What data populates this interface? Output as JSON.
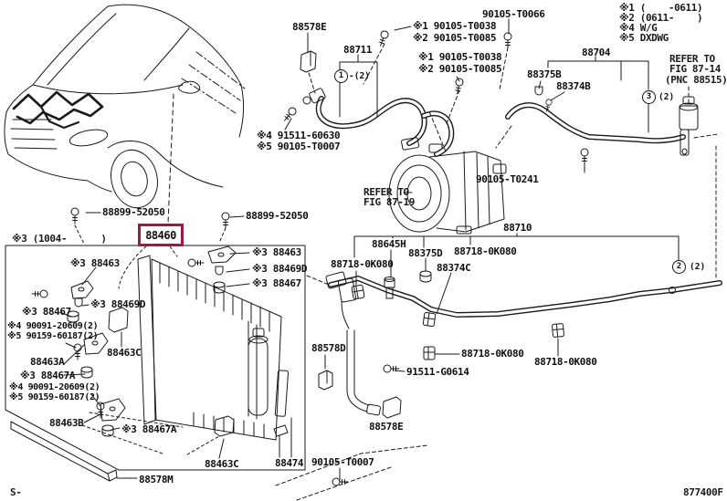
{
  "figure": {
    "code": "877400F",
    "corner_mark": "S-",
    "highlighted_part": "88460",
    "highlight_color": "#a21747"
  },
  "legend": {
    "line1": "※1 (    -0611)",
    "line2": "※2 (0611-    )",
    "line3": "※4 W/G",
    "line4": "※5 DXDWG"
  },
  "production_note": "※3 (1004-      )",
  "refer_note_14": {
    "line1": "REFER TO",
    "line2": "FIG 87-14",
    "line3": "(PNC 88515)"
  },
  "refer_note_19": {
    "line1": "REFER TO",
    "line2": "FIG 87-19"
  },
  "parts": {
    "p88460": "88460",
    "p88711": "88711",
    "p88704": "88704",
    "p88710": "88710",
    "p88578E": "88578E",
    "p88578D": "88578D",
    "p88578M": "88578M",
    "p88899_52050": "88899-52050",
    "p90105_T0038": "※1 90105-T0038",
    "p90105_T0085": "※2 90105-T0085",
    "p90105_T0066": "90105-T0066",
    "p90105_T0241": "90105-T0241",
    "p90105_T0007": "90105-T0007",
    "p91511_60630": "※4 91511-60630",
    "p90105_T0007_n5": "※5 90105-T0007",
    "p88375B": "88375B",
    "p88374B": "88374B",
    "p88375D": "88375D",
    "p88374C": "88374C",
    "p88645H": "88645H",
    "p88718_0K080": "88718-0K080",
    "p91511_G0614": "91511-G0614",
    "p88463": "※3 88463",
    "p88469D": "※3 88469D",
    "p88467": "※3 88467",
    "p88467A": "※3 88467A",
    "p90091_20609": "※4 90091-20609(2)",
    "p90159_60187": "※5 90159-60187(2)",
    "p88463A": "88463A",
    "p88463B": "88463B",
    "p88463C": "88463C",
    "p88474": "88474"
  },
  "callouts": [
    {
      "num": "1",
      "suffix": "-(2)"
    },
    {
      "num": "2",
      "suffix": "(2)"
    },
    {
      "num": "3",
      "suffix": "(2)"
    }
  ]
}
